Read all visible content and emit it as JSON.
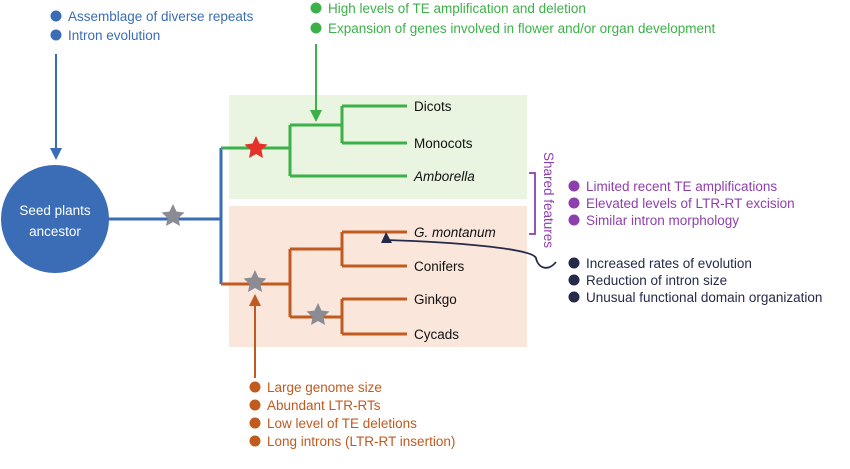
{
  "colors": {
    "blue": "#3a6db6",
    "green": "#3cb149",
    "orange": "#c05a1f",
    "purple": "#8e3fae",
    "navy": "#262a4a",
    "green_bg": "#e9f5e0",
    "orange_bg": "#fbe6dc",
    "star_red": "#e4322b",
    "star_gray": "#8b8b93"
  },
  "root": {
    "line1": "Seed plants",
    "line2": "ancestor"
  },
  "blue_notes": [
    "Assemblage of diverse repeats",
    "Intron evolution"
  ],
  "green_notes": [
    "High levels of TE amplification and deletion",
    "Expansion of genes involved in flower and/or organ development"
  ],
  "taxa": {
    "dicots": "Dicots",
    "monocots": "Monocots",
    "amborella": "Amborella",
    "g_montanum": "G. montanum",
    "conifers": "Conifers",
    "ginkgo": "Ginkgo",
    "cycads": "Cycads"
  },
  "shared_label": "Shared features",
  "purple_notes": [
    "Limited recent TE amplifications",
    "Elevated levels of LTR-RT excision",
    "Similar intron morphology"
  ],
  "navy_notes": [
    "Increased rates of evolution",
    "Reduction of intron size",
    "Unusual functional domain organization"
  ],
  "orange_notes": [
    "Large genome size",
    "Abundant LTR-RTs",
    "Low level of TE deletions",
    "Long introns (LTR-RT insertion)"
  ]
}
